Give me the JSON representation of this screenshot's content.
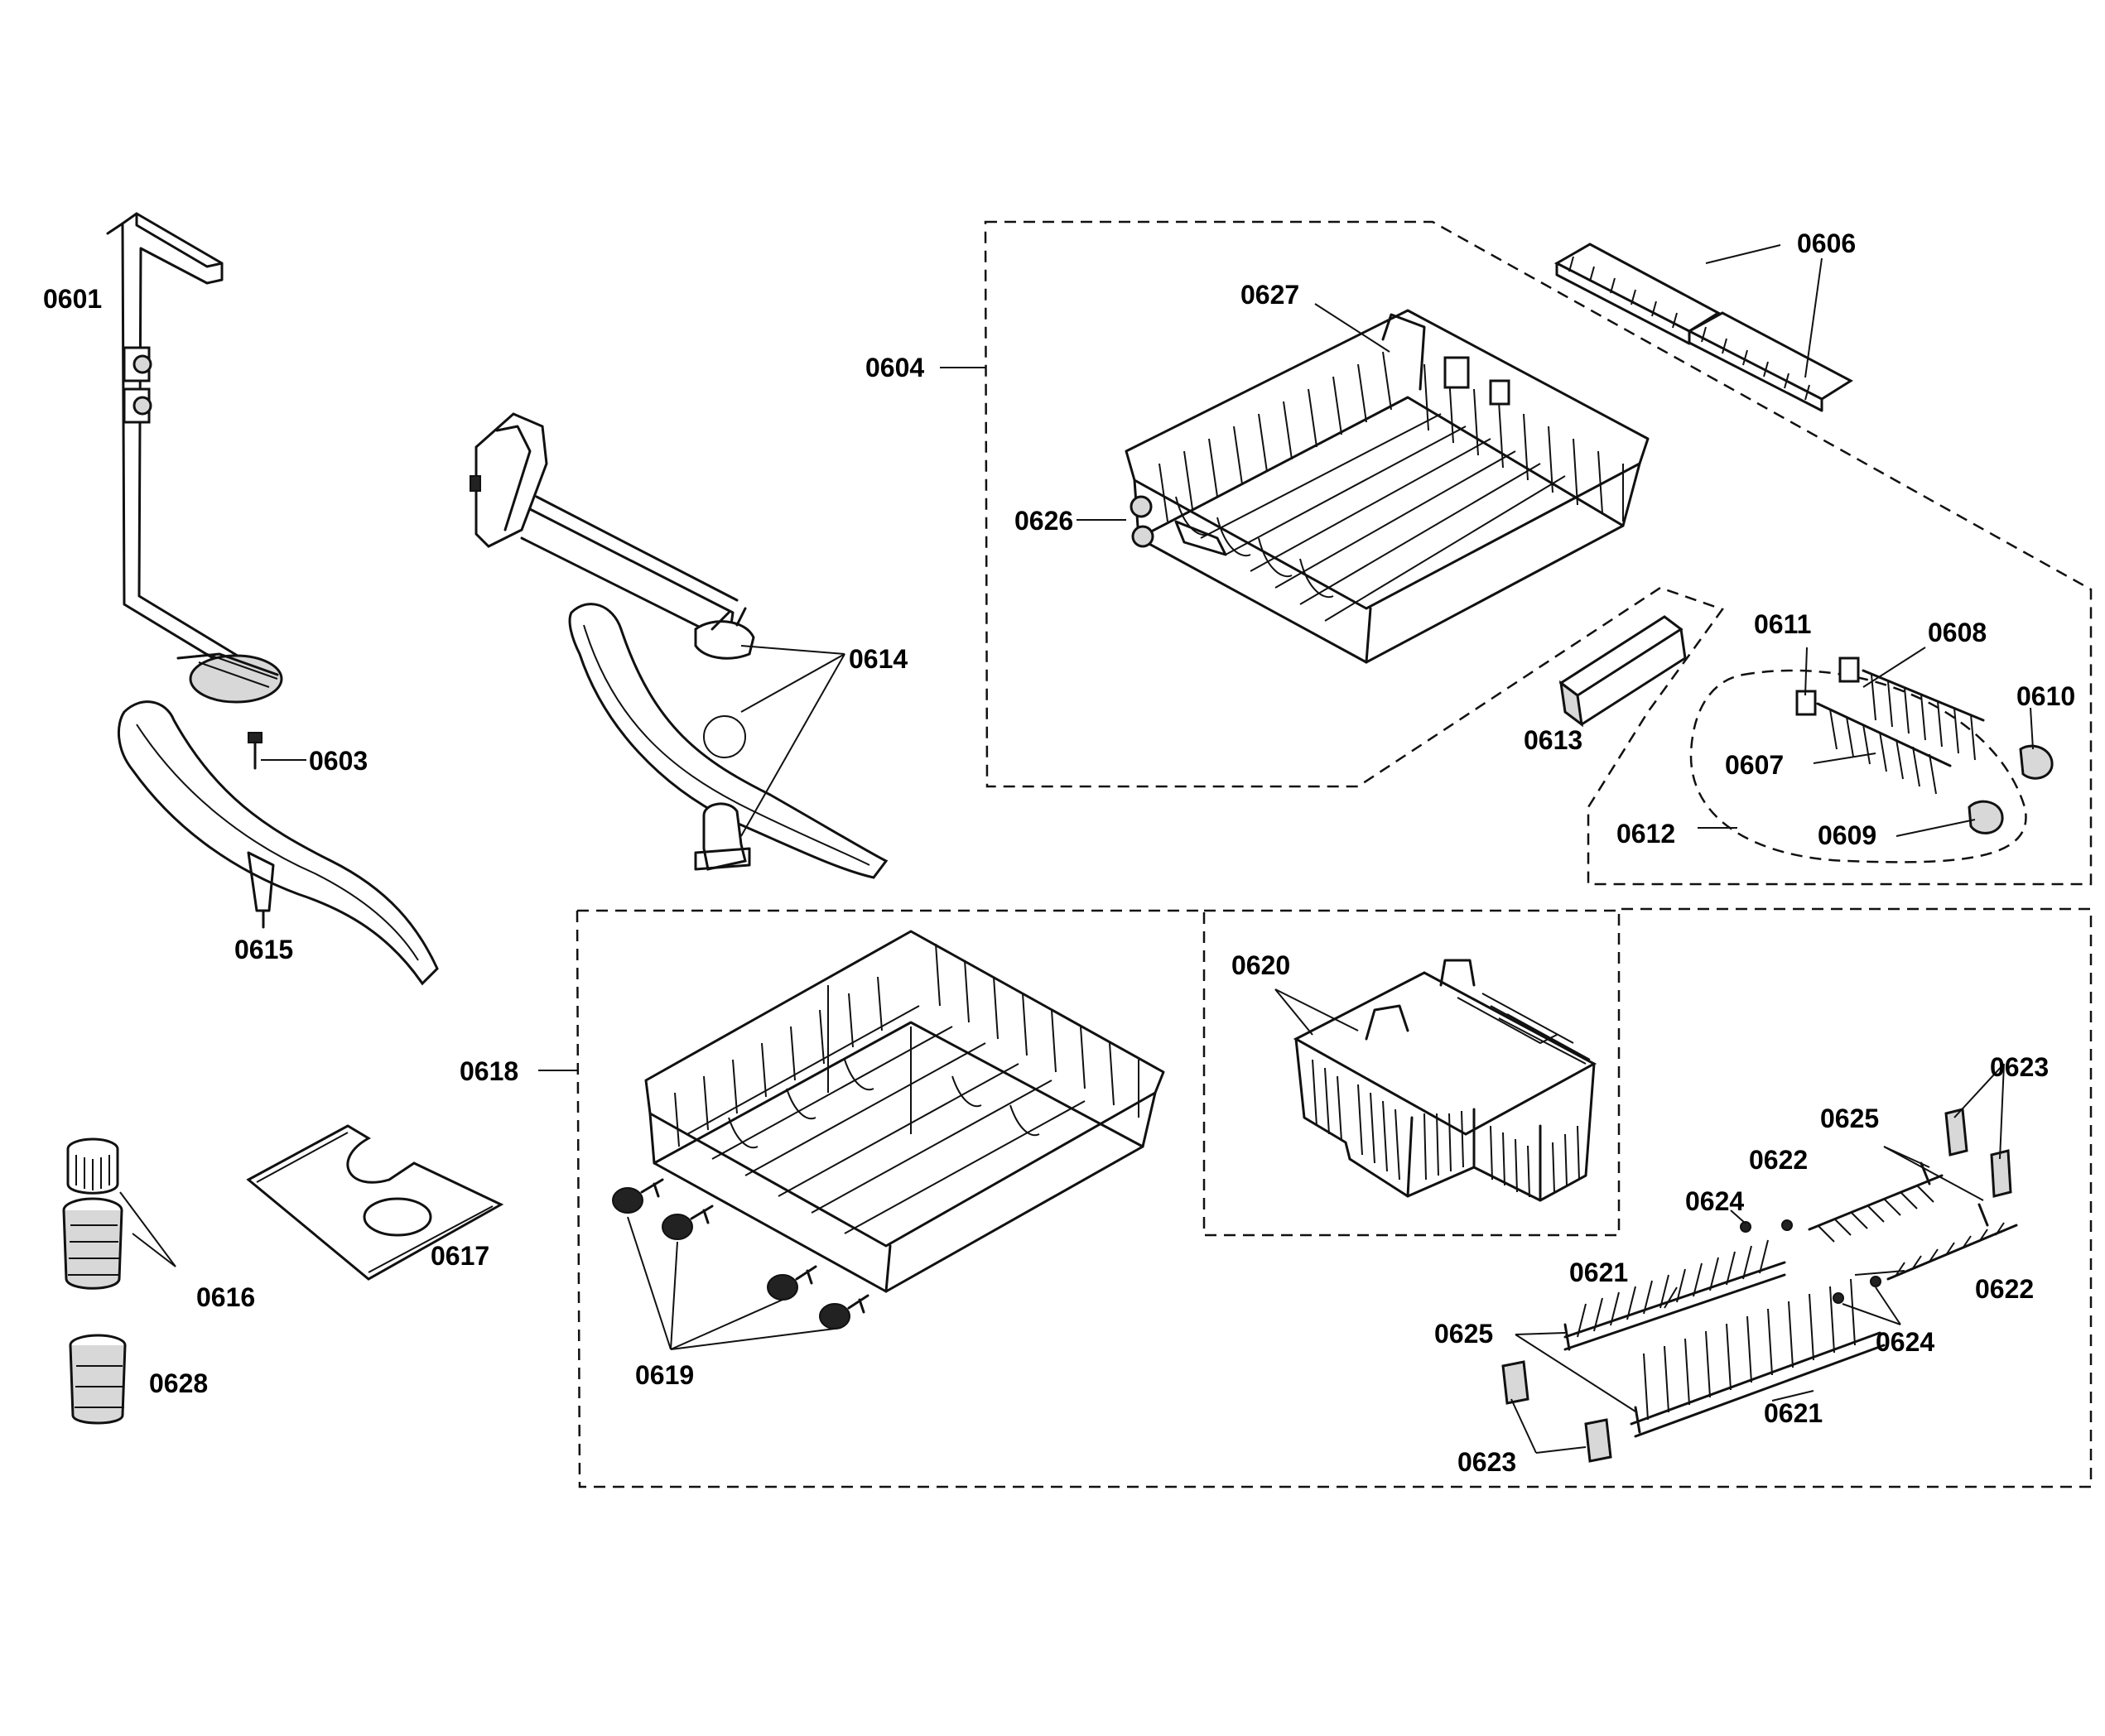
{
  "labels": {
    "p0601": "0601",
    "p0603": "0603",
    "p0604": "0604",
    "p0606": "0606",
    "p0607": "0607",
    "p0608": "0608",
    "p0609": "0609",
    "p0610": "0610",
    "p0611": "0611",
    "p0612": "0612",
    "p0613": "0613",
    "p0614": "0614",
    "p0615": "0615",
    "p0616": "0616",
    "p0617": "0617",
    "p0618": "0618",
    "p0619": "0619",
    "p0620": "0620",
    "p0621a": "0621",
    "p0621b": "0621",
    "p0622a": "0622",
    "p0622b": "0622",
    "p0623a": "0623",
    "p0623b": "0623",
    "p0624a": "0624",
    "p0624b": "0624",
    "p0625a": "0625",
    "p0625b": "0625",
    "p0626": "0626",
    "p0627": "0627",
    "p0628": "0628"
  }
}
